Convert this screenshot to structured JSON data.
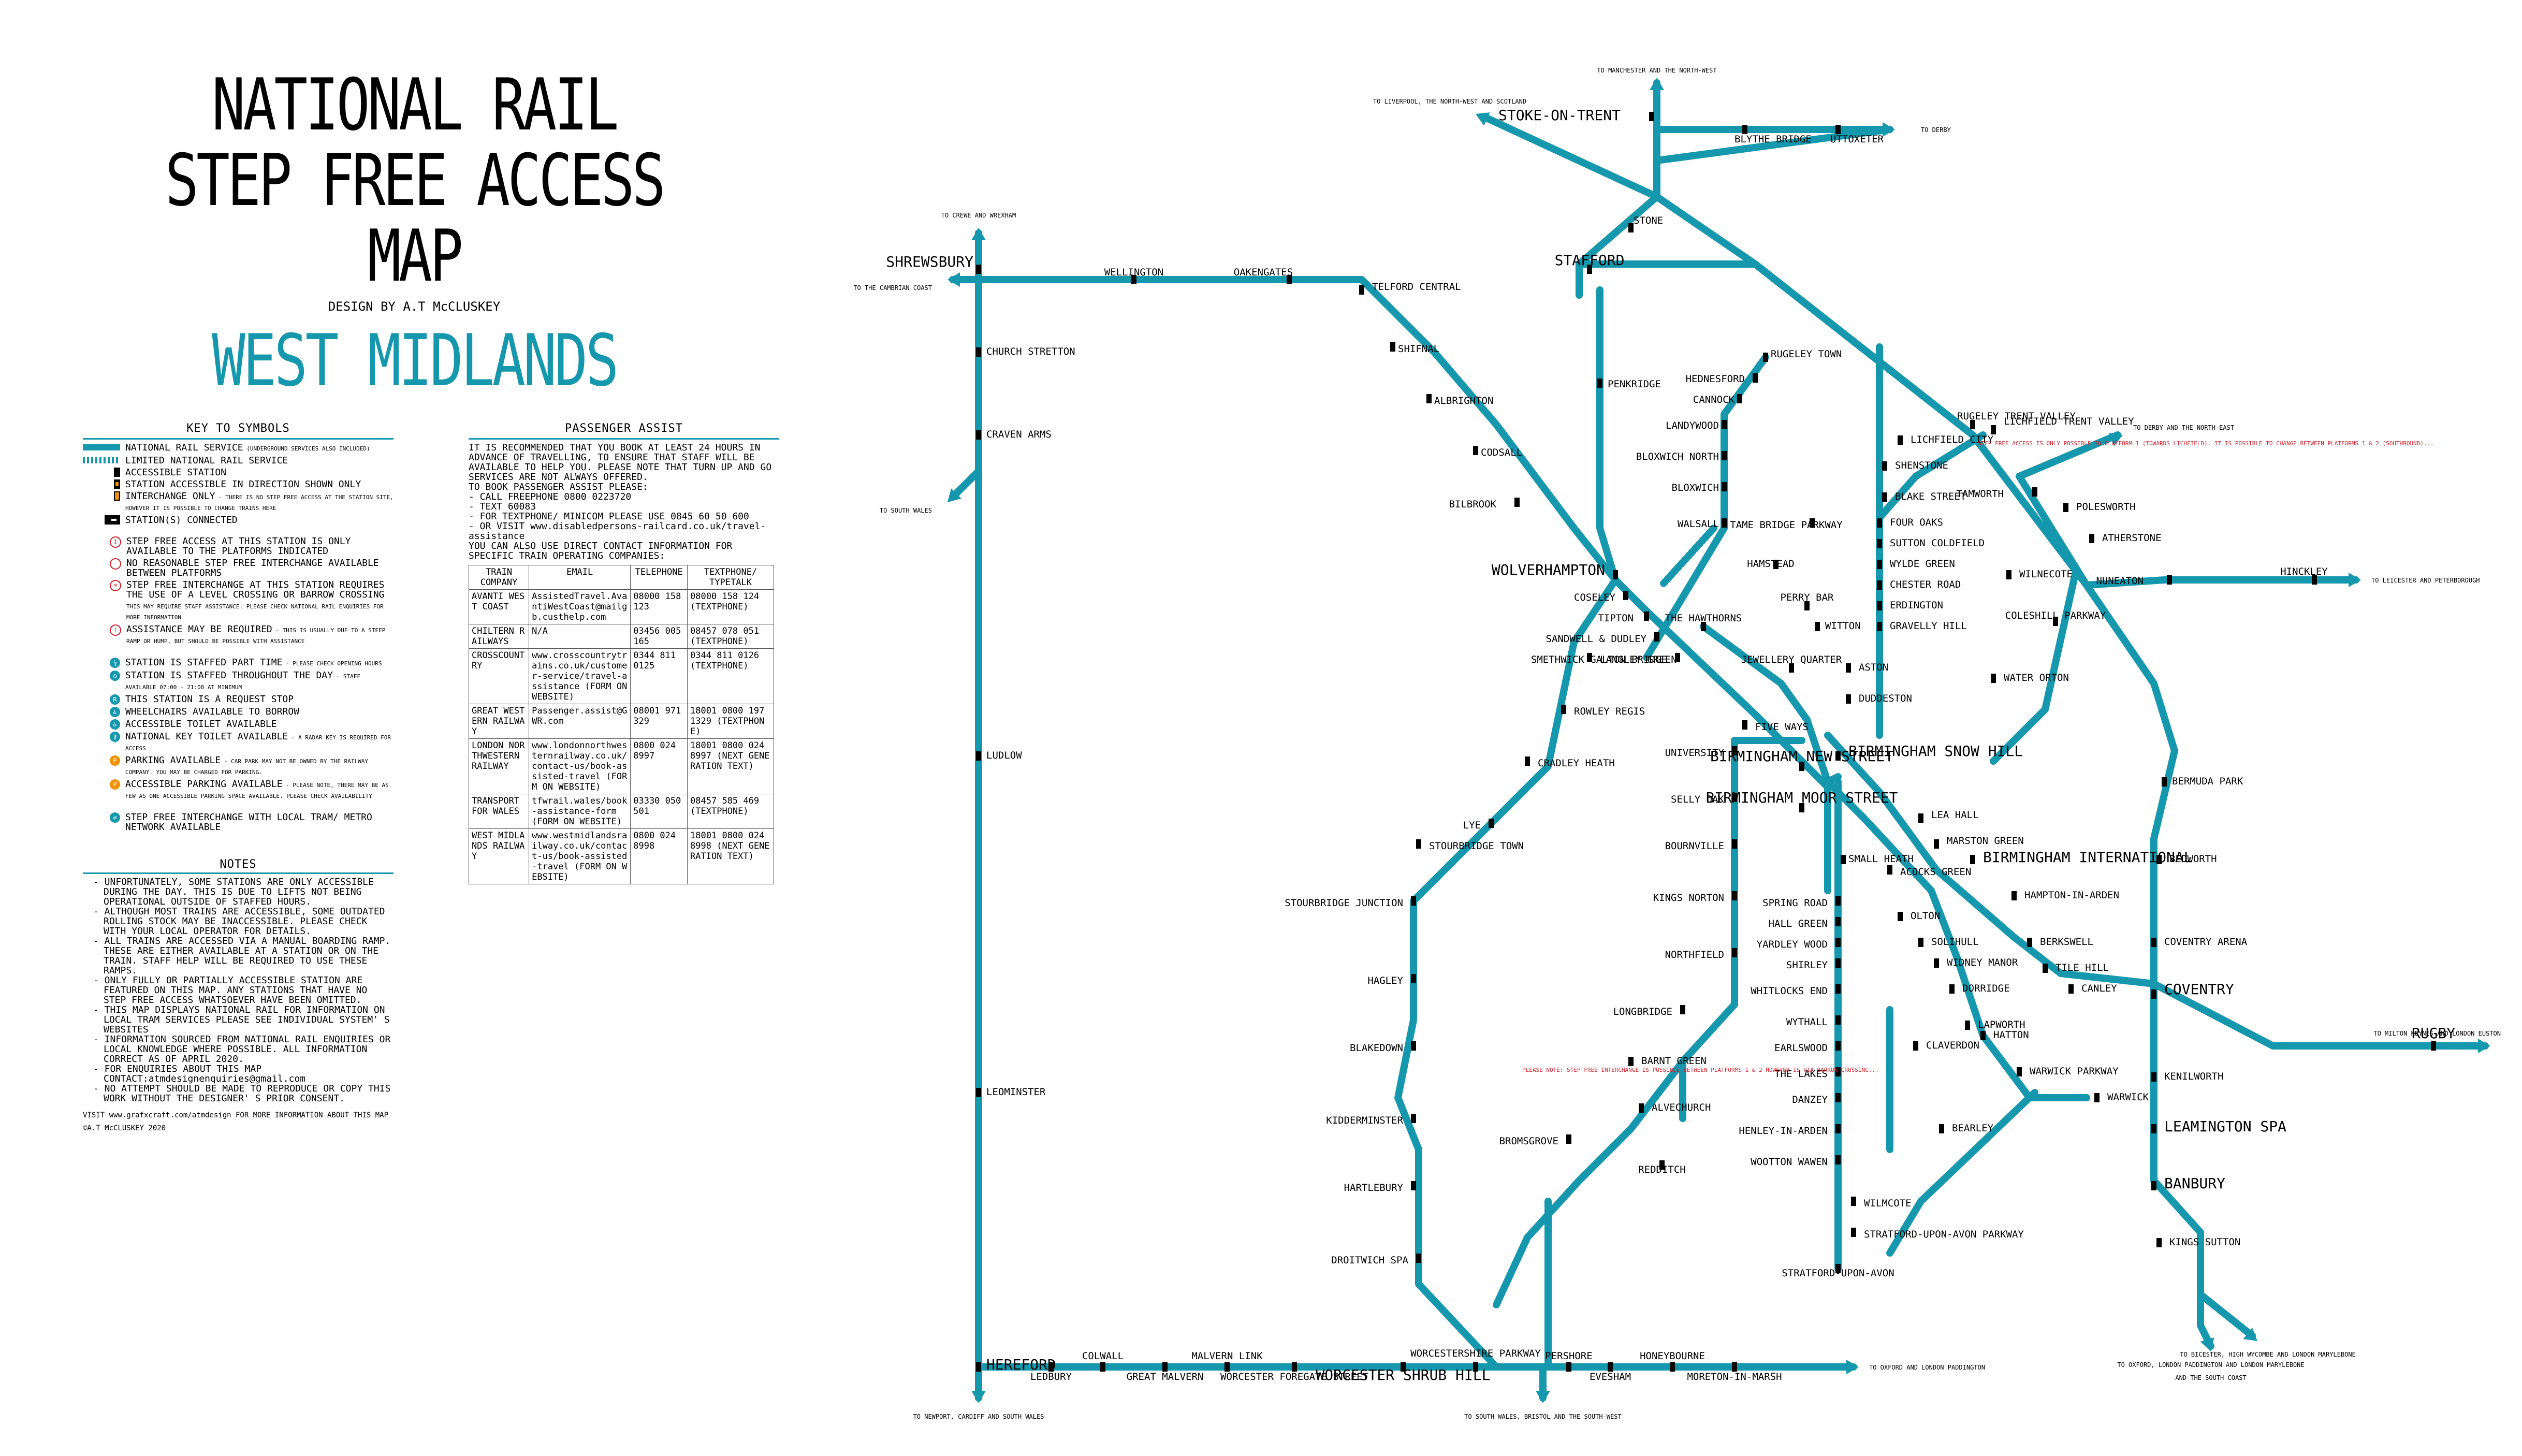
{
  "title": {
    "line1": "NATIONAL RAIL",
    "line2": "STEP FREE ACCESS",
    "line3": "MAP",
    "designer": "DESIGN BY A.T McCLUSKEY",
    "region": "WEST MIDLANDS"
  },
  "colors": {
    "line": "#1598ad",
    "accent_orange": "#f29100",
    "accent_red": "#d41f2b"
  },
  "key": {
    "heading": "KEY TO SYMBOLS",
    "items": [
      {
        "label": "NATIONAL RAIL SERVICE",
        "note": "(UNDERGROUND SERVICES ALSO INCLUDED)"
      },
      {
        "label": "LIMITED NATIONAL RAIL SERVICE",
        "note": ""
      },
      {
        "label": "ACCESSIBLE STATION",
        "note": ""
      },
      {
        "label": "STATION ACCESSIBLE IN DIRECTION SHOWN ONLY",
        "note": ""
      },
      {
        "label": "INTERCHANGE ONLY",
        "note": "- THERE IS NO STEP FREE ACCESS AT THE STATION SITE, HOWEVER IT IS POSSIBLE TO CHANGE TRAINS HERE"
      },
      {
        "label": "STATION(S) CONNECTED",
        "note": ""
      },
      {
        "label": "STEP FREE ACCESS AT THIS STATION IS ONLY AVAILABLE TO THE PLATFORMS INDICATED",
        "note": ""
      },
      {
        "label": "NO REASONABLE STEP FREE INTERCHANGE AVAILABLE BETWEEN PLATFORMS",
        "note": ""
      },
      {
        "label": "STEP FREE INTERCHANGE AT THIS STATION REQUIRES THE USE OF A LEVEL CROSSING OR BARROW CROSSING",
        "note": "THIS MAY REQUIRE STAFF ASSISTANCE. PLEASE CHECK NATIONAL RAIL ENQUIRIES FOR MORE INFORMATION"
      },
      {
        "label": "ASSISTANCE MAY BE REQUIRED",
        "note": "- THIS IS USUALLY DUE TO A STEEP RAMP OR HUMP, BUT SHOULD BE POSSIBLE WITH ASSISTANCE"
      },
      {
        "label": "STATION IS STAFFED PART TIME",
        "note": "- PLEASE CHECK OPENING HOURS"
      },
      {
        "label": "STATION IS STAFFED THROUGHOUT THE DAY",
        "note": "- STAFF AVAILABLE 07:00 - 21:00 AT MINIMUM"
      },
      {
        "label": "THIS STATION IS A REQUEST STOP",
        "note": ""
      },
      {
        "label": "WHEELCHAIRS AVAILABLE TO BORROW",
        "note": ""
      },
      {
        "label": "ACCESSIBLE TOILET AVAILABLE",
        "note": ""
      },
      {
        "label": "NATIONAL KEY TOILET AVAILABLE",
        "note": "- A RADAR KEY IS REQUIRED FOR ACCESS"
      },
      {
        "label": "PARKING AVAILABLE",
        "note": "- CAR PARK MAY NOT BE OWNED BY THE RAILWAY COMPANY. YOU MAY BE CHARGED FOR PARKING."
      },
      {
        "label": "ACCESSIBLE PARKING AVAILABLE",
        "note": "- PLEASE NOTE, THERE MAY BE AS FEW AS ONE ACCESSIBLE PARKING SPACE AVAILABLE. PLEASE CHECK AVAILABILITY"
      },
      {
        "label": "STEP FREE INTERCHANGE WITH LOCAL TRAM/ METRO NETWORK AVAILABLE",
        "note": ""
      }
    ]
  },
  "notes": {
    "heading": "NOTES",
    "items": [
      "- UNFORTUNATELY, SOME STATIONS ARE ONLY ACCESSIBLE DURING THE DAY. THIS IS DUE TO LIFTS NOT BEING OPERATIONAL OUTSIDE OF STAFFED HOURS.",
      "- ALTHOUGH MOST TRAINS ARE ACCESSIBLE, SOME OUTDATED ROLLING STOCK MAY BE INACCESSIBLE. PLEASE CHECK WITH YOUR LOCAL OPERATOR FOR DETAILS.",
      "- ALL TRAINS ARE ACCESSED VIA A MANUAL BOARDING RAMP. THESE ARE EITHER AVAILABLE AT A STATION OR ON THE TRAIN. STAFF HELP WILL BE REQUIRED TO USE THESE RAMPS.",
      "- ONLY FULLY OR PARTIALLY ACCESSIBLE STATION ARE FEATURED ON THIS MAP. ANY STATIONS THAT HAVE NO STEP FREE ACCESS WHATSOEVER HAVE BEEN OMITTED.",
      "- THIS MAP DISPLAYS NATIONAL RAIL FOR INFORMATION ON LOCAL TRAM SERVICES PLEASE SEE INDIVIDUAL SYSTEM' S WEBSITES",
      "- INFORMATION SOURCED FROM NATIONAL RAIL ENQUIRIES OR LOCAL KNOWLEDGE WHERE POSSIBLE. ALL INFORMATION CORRECT AS OF APRIL 2020.",
      "- FOR ENQUIRIES ABOUT THIS MAP CONTACT:atmdesignenquiries@gmail.com",
      "- NO ATTEMPT SHOULD BE MADE TO REPRODUCE OR COPY THIS WORK WITHOUT THE DESIGNER' S PRIOR CONSENT."
    ],
    "visit": "VISIT www.grafxcraft.com/atmdesign FOR MORE INFORMATION ABOUT THIS MAP",
    "copyright": "©A.T McCLUSKEY 2020"
  },
  "assist": {
    "heading": "PASSENGER ASSIST",
    "intro": [
      "IT IS RECOMMENDED THAT YOU BOOK AT LEAST 24 HOURS IN ADVANCE OF TRAVELLING, TO ENSURE THAT STAFF WILL BE AVAILABLE TO HELP YOU. PLEASE NOTE THAT TURN UP AND GO SERVICES ARE NOT ALWAYS OFFERED.",
      "TO BOOK PASSENGER ASSIST PLEASE:",
      "- CALL FREEPHONE 0800 0223720",
      "- TEXT 60083",
      "- FOR TEXTPHONE/ MINICOM PLEASE USE 0845 60 50 600",
      "- OR VISIT www.disabledpersons-railcard.co.uk/travel-assistance",
      "YOU CAN ALSO USE DIRECT CONTACT INFORMATION FOR SPECIFIC TRAIN OPERATING COMPANIES:"
    ],
    "columns": [
      "TRAIN COMPANY",
      "EMAIL",
      "TELEPHONE",
      "TEXTPHONE/ TYPETALK"
    ],
    "rows": [
      [
        "AVANTI WEST COAST",
        "AssistedTravel.AvantiWestCoast@mailgb.custhelp.com",
        "08000 158 123",
        "08000 158 124 (TEXTPHONE)"
      ],
      [
        "CHILTERN RAILWAYS",
        "N/A",
        "03456 005 165",
        "08457 078 051 (TEXTPHONE)"
      ],
      [
        "CROSSCOUNTRY",
        "www.crosscountrytrains.co.uk/customer-service/travel-assistance (FORM ON WEBSITE)",
        "0344 811 0125",
        "0344 811 0126 (TEXTPHONE)"
      ],
      [
        "GREAT WESTERN RAILWAY",
        "Passenger.assist@GWR.com",
        "08001 971 329",
        "18001 0800 197 1329 (TEXTPHONE)"
      ],
      [
        "LONDON NORTHWESTERN RAILWAY",
        "www.londonnorthwesternrailway.co.uk/contact-us/book-assisted-travel (FORM ON WEBSITE)",
        "0800 024 8997",
        "18001 0800 024 8997 (NEXT GENERATION TEXT)"
      ],
      [
        "TRANSPORT FOR WALES",
        "tfwrail.wales/book-assistance-form (FORM ON WEBSITE)",
        "03330 050 501",
        "08457 585 469 (TEXTPHONE)"
      ],
      [
        "WEST MIDLANDS RAILWAY",
        "www.westmidlandsrailway.co.uk/contact-us/book-assisted-travel (FORM ON WEBSITE)",
        "0800 024 8998",
        "18001 0800 024 8998 (NEXT GENERATION TEXT)"
      ]
    ]
  },
  "map": {
    "directions": {
      "liverpool": "TO LIVERPOOL, THE NORTH-WEST AND SCOTLAND",
      "manchester": "TO MANCHESTER AND THE NORTH-WEST",
      "derby": "TO DERBY",
      "crewe": "TO CREWE AND WREXHAM",
      "cambrian": "TO THE CAMBRIAN COAST",
      "south_wales": "TO SOUTH WALES",
      "derby_ne": "TO DERBY AND THE NORTH-EAST",
      "leicester": "TO LEICESTER AND PETERBOROUGH",
      "milton_keynes": "TO MILTON KEYNES AND LONDON EUSTON",
      "oxford_paddington": "TO OXFORD AND LONDON PADDINGTON",
      "newport": "TO NEWPORT, CARDIFF AND SOUTH WALES",
      "south_wales_bristol": "TO SOUTH WALES, BRISTOL AND THE SOUTH-WEST",
      "oxford_marylebone": "TO OXFORD, LONDON PADDINGTON AND LONDON MARYLEBONE",
      "bicester": "TO BICESTER, HIGH WYCOMBE AND LONDON MARYLEBONE",
      "south_coast": "AND THE SOUTH COAST"
    },
    "stations": {
      "stoke": "STOKE-ON-TRENT",
      "stone": "STONE",
      "blythe": "BLYTHE BRIDGE",
      "uttoxeter": "UTTOXETER",
      "stafford": "STAFFORD",
      "shrewsbury": "SHREWSBURY",
      "wellington": "WELLINGTON",
      "oakengates": "OAKENGATES",
      "telford": "TELFORD CENTRAL",
      "shifnal": "SHIFNAL",
      "albrighton": "ALBRIGHTON",
      "codsall": "CODSALL",
      "bilbrook": "BILBROOK",
      "penkridge": "PENKRIDGE",
      "church_stretton": "CHURCH STRETTON",
      "craven_arms": "CRAVEN ARMS",
      "ludlow": "LUDLOW",
      "leominster": "LEOMINSTER",
      "hereford": "HEREFORD",
      "rugeley_tv": "RUGELEY TRENT VALLEY",
      "rugeley_town": "RUGELEY TOWN",
      "hednesford": "HEDNESFORD",
      "cannock": "CANNOCK",
      "landywood": "LANDYWOOD",
      "bloxwich_north": "BLOXWICH NORTH",
      "bloxwich": "BLOXWICH",
      "walsall": "WALSALL",
      "lichfield_city": "LICHFIELD CITY",
      "lichfield_tv": "LICHFIELD TRENT VALLEY",
      "shenstone": "SHENSTONE",
      "blake_street": "BLAKE STREET",
      "four_oaks": "FOUR OAKS",
      "sutton_coldfield": "SUTTON COLDFIELD",
      "wylde_green": "WYLDE GREEN",
      "chester_road": "CHESTER ROAD",
      "erdington": "ERDINGTON",
      "gravelly_hill": "GRAVELLY HILL",
      "aston": "ASTON",
      "duddeston": "DUDDESTON",
      "tamworth": "TAMWORTH",
      "polesworth": "POLESWORTH",
      "atherstone": "ATHERSTONE",
      "wilnecote": "WILNECOTE",
      "nuneaton": "NUNEATON",
      "hinckley": "HINCKLEY",
      "coleshill": "COLESHILL PARKWAY",
      "water_orton": "WATER ORTON",
      "bermuda_park": "BERMUDA PARK",
      "bedworth": "BEDWORTH",
      "coventry_arena": "COVENTRY ARENA",
      "coventry": "COVENTRY",
      "rugby": "RUGBY",
      "wolverhampton": "WOLVERHAMPTON",
      "coseley": "COSELEY",
      "tipton": "TIPTON",
      "sandwell": "SANDWELL & DUDLEY",
      "smethwick_galton": "SMETHWICK GALTON BRIDGE",
      "the_hawthorns": "THE HAWTHORNS",
      "tame_bridge": "TAME BRIDGE PARKWAY",
      "hamstead": "HAMSTEAD",
      "perry_barr": "PERRY BAR",
      "witton": "WITTON",
      "jewellery_quarter": "JEWELLERY QUARTER",
      "langley_green": "LANGLEY GREEN",
      "rowley_regis": "ROWLEY REGIS",
      "cradley_heath": "CRADLEY HEATH",
      "lye": "LYE",
      "stourbridge_town": "STOURBRIDGE TOWN",
      "stourbridge_jn": "STOURBRIDGE JUNCTION",
      "hagley": "HAGLEY",
      "blakedown": "BLAKEDOWN",
      "kidderminster": "KIDDERMINSTER",
      "hartlebury": "HARTLEBURY",
      "droitwich": "DROITWICH SPA",
      "snow_hill": "BIRMINGHAM SNOW HILL",
      "new_street": "BIRMINGHAM NEW STREET",
      "moor_street": "BIRMINGHAM MOOR STREET",
      "five_ways": "FIVE WAYS",
      "university": "UNIVERSITY",
      "selly_oak": "SELLY OAK",
      "bournville": "BOURNVILLE",
      "kings_norton": "KINGS NORTON",
      "northfield": "NORTHFIELD",
      "longbridge": "LONGBRIDGE",
      "barnt_green": "BARNT GREEN",
      "alvechurch": "ALVECHURCH",
      "redditch": "REDDITCH",
      "bromsgrove": "BROMSGROVE",
      "lea_hall": "LEA HALL",
      "marston_green": "MARSTON GREEN",
      "bham_intl": "BIRMINGHAM INTERNATIONAL",
      "hampton_arden": "HAMPTON-IN-ARDEN",
      "berkswell": "BERKSWELL",
      "tile_hill": "TILE HILL",
      "canley": "CANLEY",
      "small_heath": "SMALL HEATH",
      "acocks_green": "ACOCKS GREEN",
      "olton": "OLTON",
      "solihull": "SOLIHULL",
      "widney_manor": "WIDNEY MANOR",
      "dorridge": "DORRIDGE",
      "lapworth": "LAPWORTH",
      "hatton": "HATTON",
      "claverdon": "CLAVERDON",
      "warwick_parkway": "WARWICK PARKWAY",
      "warwick": "WARWICK",
      "bearley": "BEARLEY",
      "spring_road": "SPRING ROAD",
      "hall_green": "HALL GREEN",
      "yardley_wood": "YARDLEY WOOD",
      "shirley": "SHIRLEY",
      "whitlocks_end": "WHITLOCKS END",
      "wythall": "WYTHALL",
      "earlswood": "EARLSWOOD",
      "the_lakes": "THE LAKES",
      "danzey": "DANZEY",
      "henley": "HENLEY-IN-ARDEN",
      "wootton_wawen": "WOOTTON WAWEN",
      "wilmcote": "WILMCOTE",
      "stratford_parkway": "STRATFORD-UPON-AVON PARKWAY",
      "stratford": "STRATFORD-UPON-AVON",
      "kenilworth": "KENILWORTH",
      "leamington": "LEAMINGTON SPA",
      "banbury": "BANBURY",
      "kings_sutton": "KINGS SUTTON",
      "ledbury": "LEDBURY",
      "colwall": "COLWALL",
      "great_malvern": "GREAT MALVERN",
      "malvern_link": "MALVERN LINK",
      "worcester_foregate": "WORCESTER FOREGATE STREET",
      "worcester_shrub": "WORCESTER SHRUB HILL",
      "worcestershire_pkwy": "WORCESTERSHIRE PARKWAY",
      "pershore": "PERSHORE",
      "evesham": "EVESHAM",
      "honeybourne": "HONEYBOURNE",
      "moreton": "MORETON-IN-MARSH"
    },
    "notes": {
      "rugeley": "STEP FREE ACCESS IS ONLY POSSIBLE TO PLATFORM 1 (TOWARDS LICHFIELD). IT IS POSSIBLE TO CHANGE BETWEEN PLATFORMS 1 & 2 (SOUTHBOUND)...",
      "barnt_green": "PLEASE NOTE: STEP FREE INTERCHANGE IS POSSIBLE BETWEEN PLATFORMS 1 & 2 HOWEVER IS VIA BARROW CROSSING..."
    }
  }
}
